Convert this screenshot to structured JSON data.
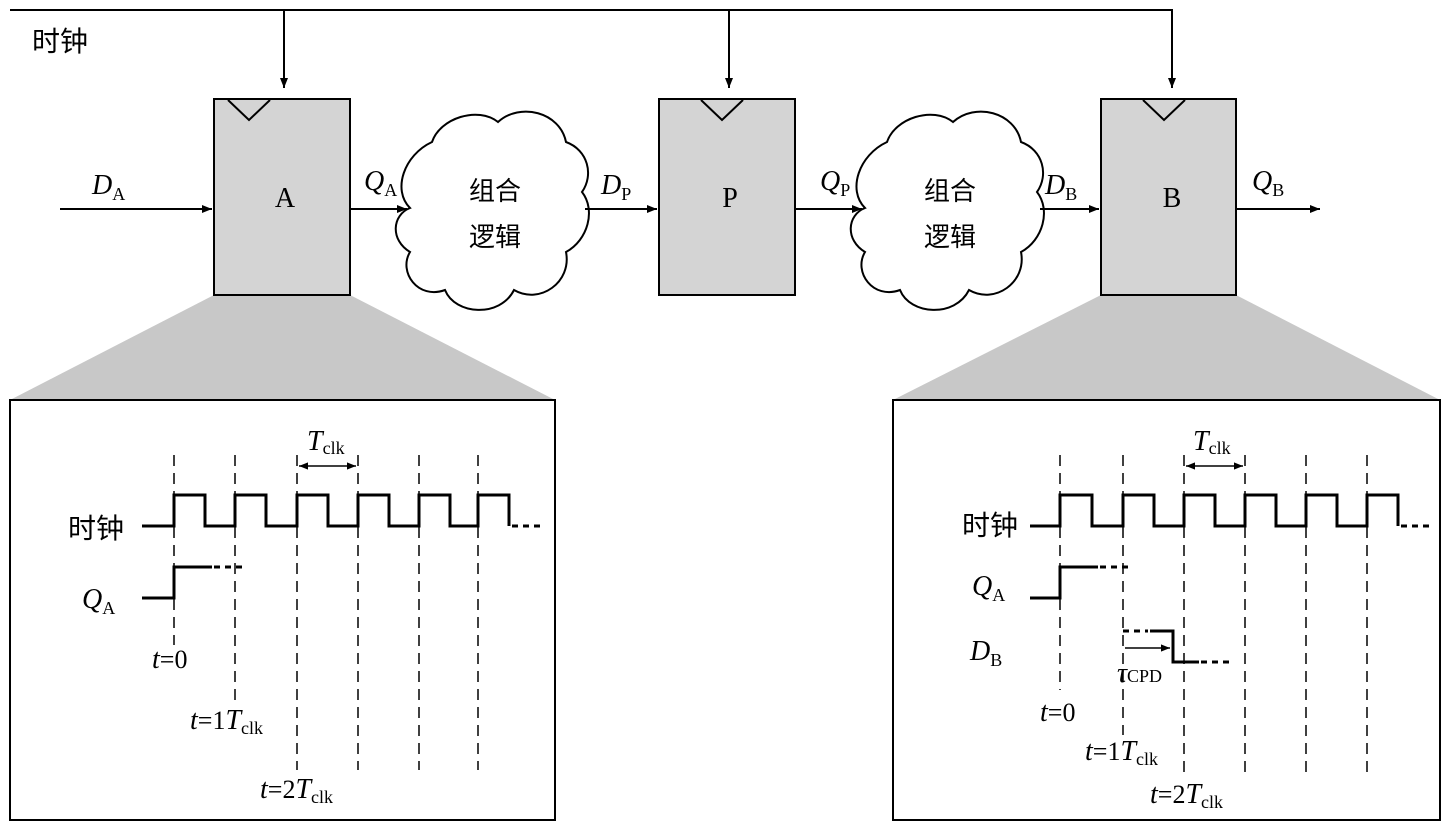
{
  "clock_label": "时钟",
  "registers": [
    {
      "name": "A"
    },
    {
      "name": "P"
    },
    {
      "name": "B"
    }
  ],
  "logic_label": {
    "line1": "组合",
    "line2": "逻辑"
  },
  "signals": {
    "DA": {
      "main": "D",
      "sub": "A"
    },
    "QA": {
      "main": "Q",
      "sub": "A"
    },
    "DP": {
      "main": "D",
      "sub": "P"
    },
    "QP": {
      "main": "Q",
      "sub": "P"
    },
    "DB": {
      "main": "D",
      "sub": "B"
    },
    "QB": {
      "main": "Q",
      "sub": "B"
    }
  },
  "timing_left": {
    "clock_label": "时钟",
    "qa_label": {
      "main": "Q",
      "sub": "A"
    },
    "period_label": {
      "main": "T",
      "sub": "clk"
    },
    "t0": {
      "prefix": "t",
      "rest": "=0"
    },
    "t1": {
      "prefix": "t",
      "mid": "=1",
      "T": "T",
      "sub": "clk"
    },
    "t2": {
      "prefix": "t",
      "mid": "=2",
      "T": "T",
      "sub": "clk"
    }
  },
  "timing_right": {
    "clock_label": "时钟",
    "qa_label": {
      "main": "Q",
      "sub": "A"
    },
    "db_label": {
      "main": "D",
      "sub": "B"
    },
    "period_label": {
      "main": "T",
      "sub": "clk"
    },
    "delay_label": {
      "main": "τ",
      "sub": "CPD"
    },
    "t0": {
      "prefix": "t",
      "rest": "=0"
    },
    "t1": {
      "prefix": "t",
      "mid": "=1",
      "T": "T",
      "sub": "clk"
    },
    "t2": {
      "prefix": "t",
      "mid": "=2",
      "T": "T",
      "sub": "clk"
    }
  }
}
